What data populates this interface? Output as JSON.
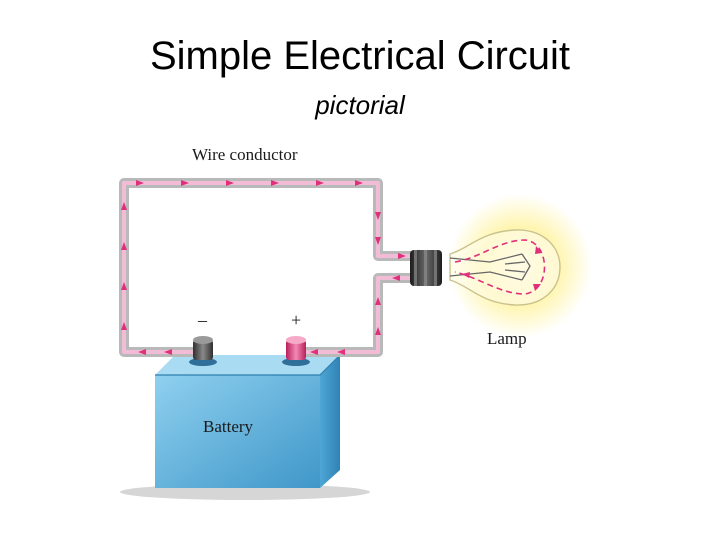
{
  "title": "Simple Electrical Circuit",
  "subtitle": "pictorial",
  "labels": {
    "wire": "Wire conductor",
    "lamp": "Lamp",
    "battery": "Battery",
    "negative": "–",
    "positive": "+"
  },
  "colors": {
    "wire_outer": "#b9b9b9",
    "wire_core": "#f2bcd6",
    "current_arrow": "#e0307c",
    "battery_body": "#5fb3e0",
    "lamp_glow": "#fff4a8",
    "positive_terminal": "#e2457f",
    "negative_terminal": "#4a4a4a"
  }
}
